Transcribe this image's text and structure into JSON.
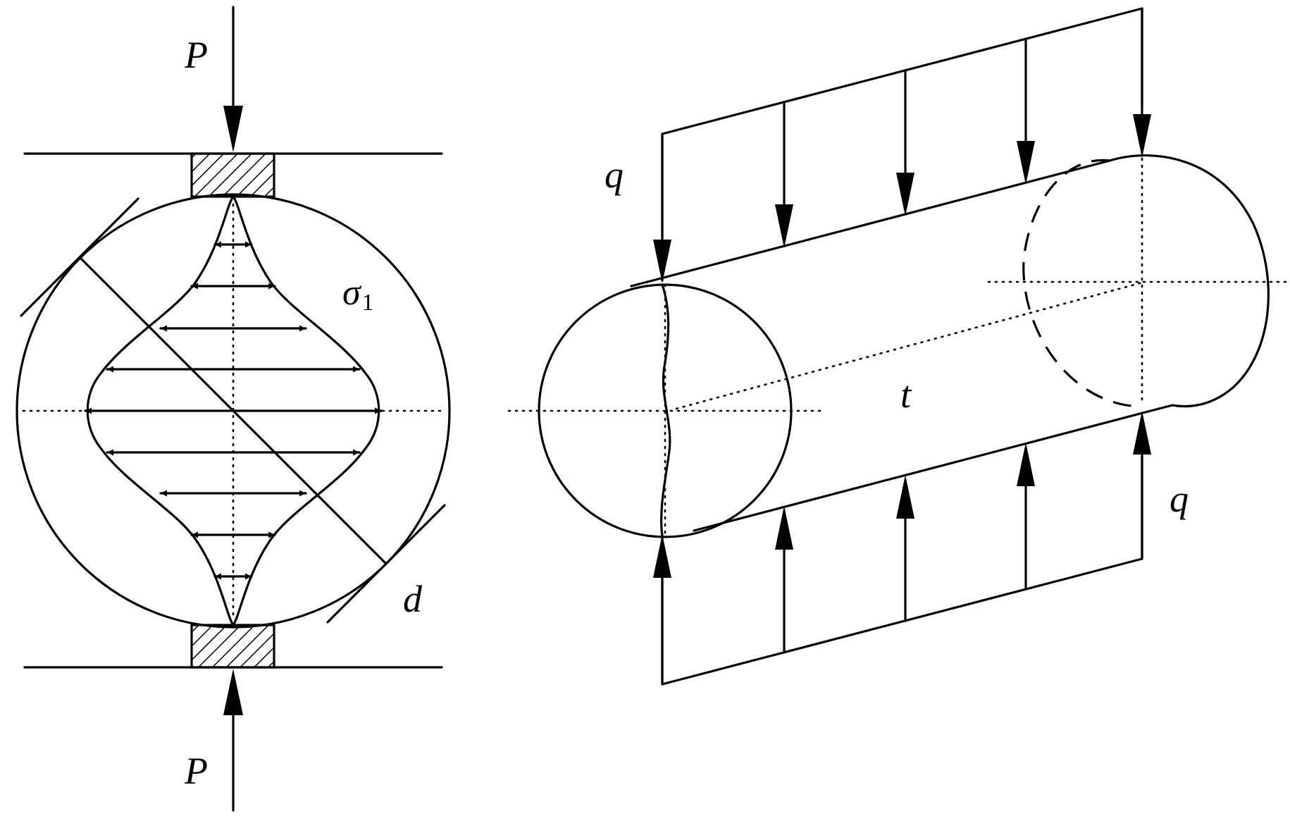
{
  "labels": {
    "p_top": "P",
    "p_bottom": "P",
    "sigma": "σ",
    "sigma_sub": "1",
    "d": "d",
    "q_top": "q",
    "q_bottom": "q",
    "t": "t"
  },
  "colors": {
    "line": "#000000",
    "background": "#ffffff"
  }
}
